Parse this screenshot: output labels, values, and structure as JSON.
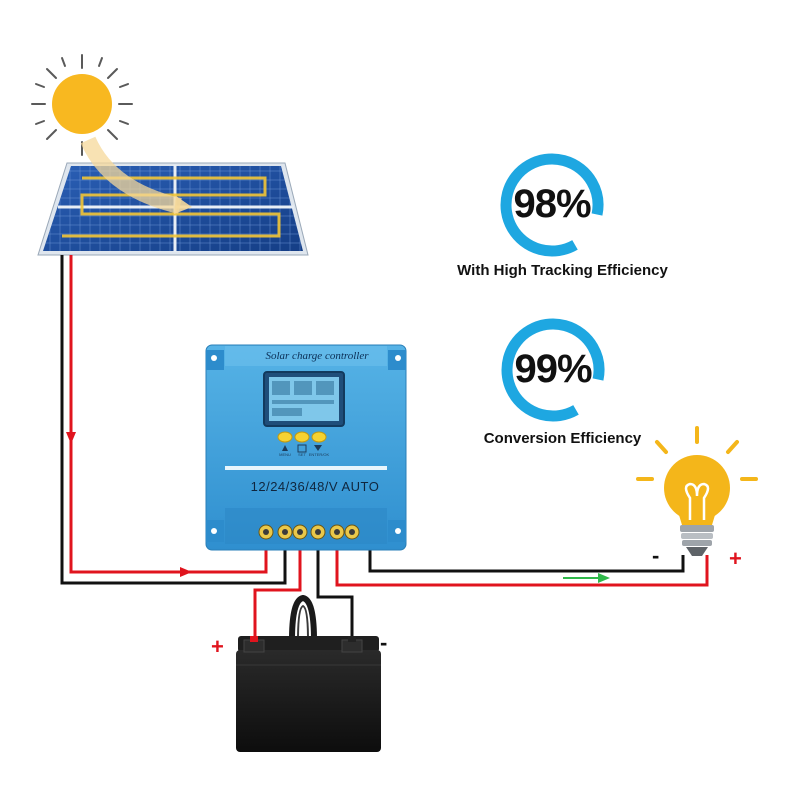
{
  "stats": [
    {
      "value": "98%",
      "caption": "With High Tracking Efficiency"
    },
    {
      "value": "99%",
      "caption": "Conversion Efficiency"
    }
  ],
  "controller": {
    "title": "Solar charge controller",
    "spec": "12/24/36/48/V AUTO",
    "buttons": [
      "MENU",
      "SET",
      "ENTER/OK"
    ]
  },
  "polarity": {
    "battery_positive": "+",
    "battery_negative": "-",
    "load_negative": "-",
    "load_positive": "+"
  },
  "colors": {
    "wire_positive": "#e0141e",
    "wire_negative": "#111111",
    "ring": "#1ea7e1",
    "controller_body": "#3f9fd9",
    "sun": "#f8b820",
    "bulb": "#f4b61a",
    "flow_arrow_load": "#2fb84a"
  },
  "icons": [
    "sun-icon",
    "solar-panel",
    "charge-controller",
    "battery-icon",
    "light-bulb-icon"
  ]
}
